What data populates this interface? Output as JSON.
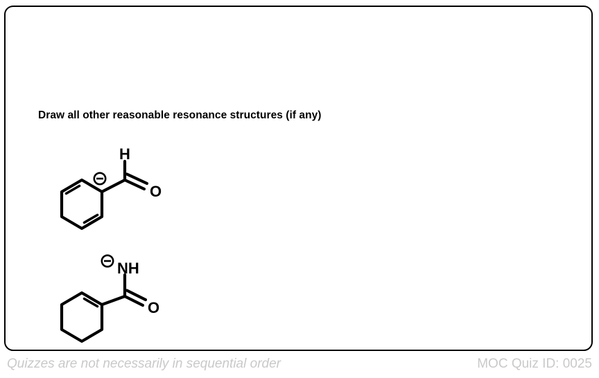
{
  "card": {
    "border_color": "#000000",
    "background_color": "#ffffff"
  },
  "prompt": {
    "heading": "Draw all other reasonable resonance structures (if any)"
  },
  "structures": [
    {
      "name": "cyclohexadienyl-anion-carbaldehyde",
      "ring": "cyclohexadiene",
      "ring_double_bonds": 2,
      "charge_symbol": "⊖",
      "charge": "negative",
      "atom_labels": {
        "hydrogen": "H",
        "oxygen": "O"
      },
      "substituent": "CHO"
    },
    {
      "name": "cyclohexene-carboxamide-anion",
      "ring": "cyclohexene",
      "ring_double_bonds": 1,
      "charge_symbol": "⊖",
      "charge": "negative",
      "atom_labels": {
        "amide": "NH",
        "oxygen": "O"
      },
      "substituent": "C(=O)NH-"
    }
  ],
  "footer": {
    "note": "Quizzes are not necessarily in sequential order",
    "quiz_id": "MOC Quiz ID: 0025",
    "text_color": "#c9c9c9"
  }
}
